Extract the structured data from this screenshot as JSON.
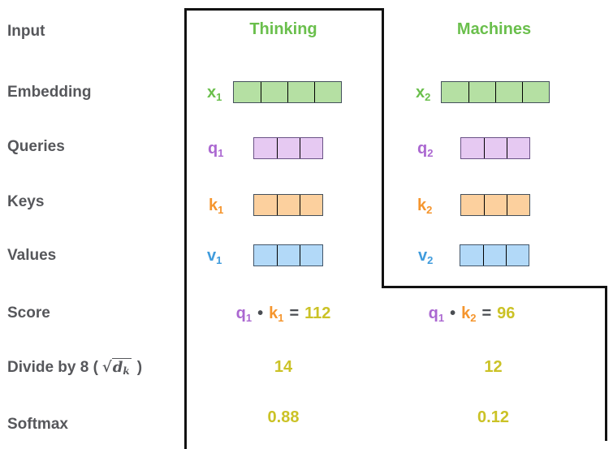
{
  "colors": {
    "label_gray": "#56575b",
    "green": "#6abf4c",
    "green_fill": "#b5e0a3",
    "purple": "#ab68d1",
    "purple_fill": "#e6c9f2",
    "orange": "#f5952d",
    "orange_fill": "#fcd09e",
    "blue": "#3f9bdc",
    "blue_fill": "#b2d9f8",
    "yellow": "#cbc226",
    "box_border": "#111111",
    "cell_border": "#44505c"
  },
  "left_labels": {
    "input": "Input",
    "embedding": "Embedding",
    "queries": "Queries",
    "keys": "Keys",
    "values": "Values",
    "score": "Score",
    "divide_prefix": "Divide by 8 (",
    "divide_sqrt": "√",
    "divide_radicand": "d",
    "divide_radicand_sub": "k",
    "divide_suffix": ")",
    "softmax": "Softmax"
  },
  "columns": [
    {
      "header": "Thinking",
      "embedding": {
        "label": "x",
        "sub": "1",
        "cells": 4
      },
      "query": {
        "label": "q",
        "sub": "1",
        "cells": 3
      },
      "key": {
        "label": "k",
        "sub": "1",
        "cells": 3
      },
      "value": {
        "label": "v",
        "sub": "1",
        "cells": 3
      },
      "score": {
        "q": "q",
        "q_sub": "1",
        "dot": "•",
        "k": "k",
        "k_sub": "1",
        "eq": "=",
        "value": "112"
      },
      "divide_value": "14",
      "softmax_value": "0.88"
    },
    {
      "header": "Machines",
      "embedding": {
        "label": "x",
        "sub": "2",
        "cells": 4
      },
      "query": {
        "label": "q",
        "sub": "2",
        "cells": 3
      },
      "key": {
        "label": "k",
        "sub": "2",
        "cells": 3
      },
      "value": {
        "label": "v",
        "sub": "2",
        "cells": 3
      },
      "score": {
        "q": "q",
        "q_sub": "1",
        "dot": "•",
        "k": "k",
        "k_sub": "2",
        "eq": "=",
        "value": "96"
      },
      "divide_value": "12",
      "softmax_value": "0.12"
    }
  ]
}
